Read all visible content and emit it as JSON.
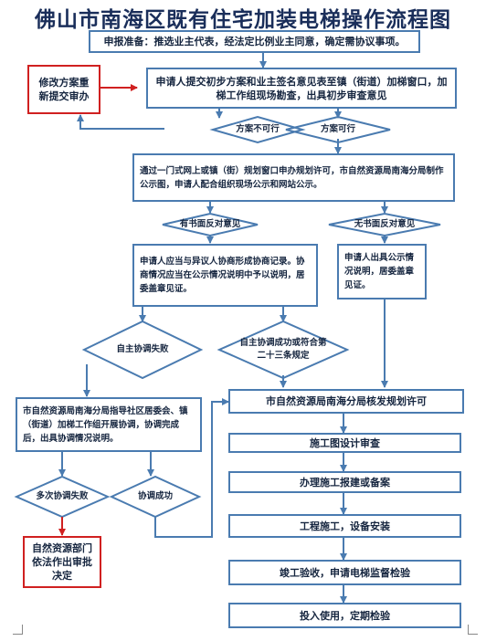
{
  "title": "佛山市南海区既有住宅加装电梯操作流程图",
  "steps": {
    "prep": "申报准备：推选业主代表，经法定比例业主同意，确定需协议事项。",
    "revise": "修改方案重新提交审办",
    "submit": "申请人提交初步方案和业主签名意见表至镇（街道）加梯窗口，加梯工作组现场勘查，出具初步审查意见",
    "not_feasible": "方案不可行",
    "feasible": "方案可行",
    "apply": "通过一门式网上或镇（街）规划窗口申办规划许可，市自然资源局南海分局制作公示图，申请人配合组织现场公示和网站公示。",
    "objection": "有书面反对意见",
    "no_objection": "无书面反对意见",
    "negotiate": "申请人应当与异议人协商形成协商记录。协商情况应当在公示情况说明中予以说明，居委盖章见证。",
    "publicity": "申请人出具公示情况说明，居委盖章见证。",
    "self_fail": "自主协调失败",
    "self_success": "自主协调成功或符合第二十三条规定",
    "license": "市自然资源局南海分局核发规划许可",
    "guide": "市自然资源局南海分局指导社区居委会、镇（街道）加梯工作组开展协调，协调完成后，出具协调情况说明。",
    "multi_fail": "多次协调失败",
    "coord_success": "协调成功",
    "decision": "自然资源部门依法作出审批决定",
    "drawing": "施工图设计审查",
    "filing": "办理施工报建或备案",
    "construction": "工程施工，设备安装",
    "acceptance": "竣工验收，申请电梯监督检验",
    "use": "投入使用，定期检验"
  },
  "colors": {
    "line": "#4a7bb0",
    "alert": "#d02020",
    "text": "#15253f"
  }
}
